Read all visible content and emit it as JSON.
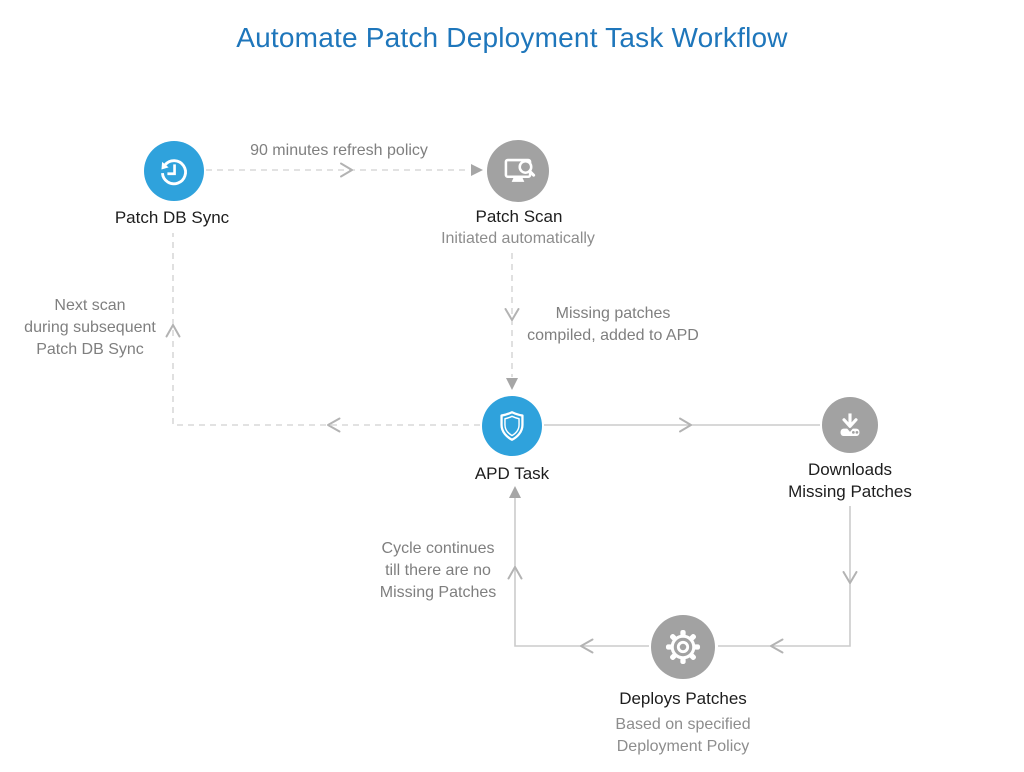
{
  "title": "Automate Patch Deployment Task Workflow",
  "colors": {
    "title_blue": "#1e76bb",
    "node_blue": "#2fa2dc",
    "node_gray": "#a2a2a2",
    "label_dark": "#1d1d1d",
    "text_gray": "#7f7f7f",
    "line_solid": "#cbcbcb",
    "line_dashed": "#d8d8d8",
    "arrowhead": "#a6a6a6"
  },
  "nodes": {
    "patch_db_sync": {
      "label": "Patch DB Sync",
      "icon": "history-icon"
    },
    "patch_scan": {
      "label": "Patch Scan",
      "sublabel": "Initiated automatically",
      "icon": "monitor-search-icon"
    },
    "apd_task": {
      "label": "APD Task",
      "icon": "shield-icon"
    },
    "downloads": {
      "label_line1": "Downloads",
      "label_line2": "Missing Patches",
      "icon": "download-icon"
    },
    "deploys": {
      "label": "Deploys Patches",
      "sublabel_line1": "Based on specified",
      "sublabel_line2": "Deployment Policy",
      "icon": "gear-icon"
    }
  },
  "annotations": {
    "refresh_policy": "90 minutes refresh policy",
    "missing_patches_line1": "Missing patches",
    "missing_patches_line2": "compiled, added to APD",
    "next_scan_line1": "Next scan",
    "next_scan_line2": "during subsequent",
    "next_scan_line3": "Patch DB Sync",
    "cycle_line1": "Cycle continues",
    "cycle_line2": "till there are no",
    "cycle_line3": "Missing Patches"
  }
}
